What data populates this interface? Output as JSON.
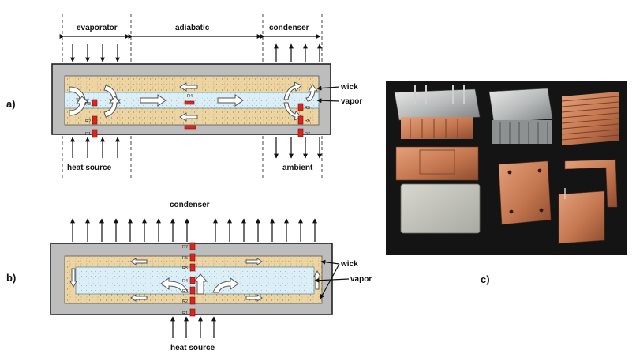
{
  "panel_a": {
    "tag": "a)",
    "sections": {
      "evaporator": "evaporator",
      "adiabatic": "adiabatic",
      "condenser": "condenser"
    },
    "labels": {
      "wick": "wick",
      "vapor": "vapor",
      "heat_source": "heat source",
      "ambient": "ambient"
    },
    "resistors": [
      "R1",
      "R2",
      "R3",
      "R4",
      "R5",
      "R6",
      "R7"
    ]
  },
  "panel_b": {
    "tag": "b)",
    "labels": {
      "condenser": "condenser",
      "wick": "wick",
      "vapor": "vapor",
      "heat_source": "heat source"
    },
    "resistors": [
      "R1",
      "R2",
      "R3",
      "R4",
      "R5",
      "R6",
      "R7"
    ]
  },
  "panel_c": {
    "tag": "c)"
  },
  "colors": {
    "pipe_wall": "#bdbdbd",
    "wick": "#ecd5a2",
    "vapor": "#dceef6",
    "resistor": "#d8261e",
    "photo_background": "#141414",
    "copper": "#c47a55"
  }
}
